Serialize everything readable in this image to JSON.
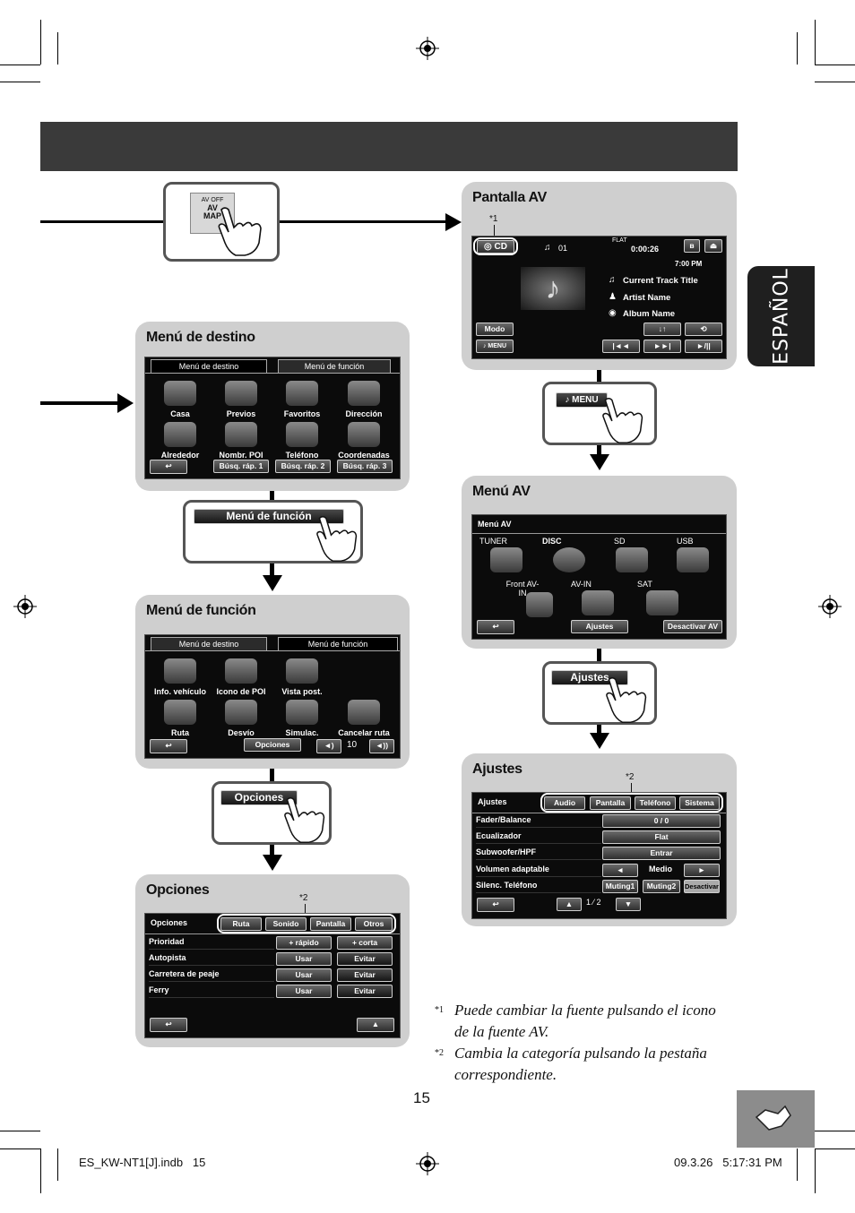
{
  "sidebar_language": "ESPAÑOL",
  "page_number": "15",
  "footer": {
    "file": "ES_KW-NT1[J].indb   15",
    "datetime": "09.3.26   5:17:31 PM"
  },
  "av_button": {
    "line1": "AV OFF",
    "line2": "AV",
    "line3": "MAP"
  },
  "destino": {
    "title": "Menú de destino",
    "tabs": [
      "Menú de destino",
      "Menú de función"
    ],
    "icons": [
      "Casa",
      "Previos",
      "Favoritos",
      "Dirección",
      "Alrededor",
      "Nombr. POI",
      "Teléfono",
      "Coordenadas"
    ],
    "buttons": [
      "Búsq. ráp. 1",
      "Búsq. ráp. 2",
      "Búsq. ráp. 3"
    ]
  },
  "callout_funcion": "Menú de función",
  "funcion": {
    "title": "Menú de función",
    "tabs": [
      "Menú de destino",
      "Menú de función"
    ],
    "icons": [
      "Info. vehículo",
      "Icono de POI",
      "Vista post.",
      "Ruta",
      "Desvío",
      "Simulac.",
      "Cancelar ruta"
    ],
    "opciones_button": "Opciones",
    "volume": "10"
  },
  "callout_opciones": "Opciones",
  "opciones": {
    "title": "Opciones",
    "asterisk": "*2",
    "header": "Opciones",
    "tabs": [
      "Ruta",
      "Sonido",
      "Pantalla",
      "Otros"
    ],
    "rows": [
      {
        "label": "Prioridad",
        "a": "+ rápido",
        "b": "+ corta"
      },
      {
        "label": "Autopista",
        "a": "Usar",
        "b": "Evitar"
      },
      {
        "label": "Carretera de peaje",
        "a": "Usar",
        "b": "Evitar"
      },
      {
        "label": "Ferry",
        "a": "Usar",
        "b": "Evitar"
      }
    ]
  },
  "pantalla_av": {
    "title": "Pantalla AV",
    "asterisk": "*1",
    "source": "CD",
    "track": "01",
    "mode_tag": "FLAT",
    "time": "0:00:26",
    "clock": "7:00 PM",
    "track_title": "Current Track Title",
    "artist": "Artist Name",
    "album": "Album Name",
    "modo": "Modo",
    "menu": "MENU"
  },
  "callout_menu": "MENU",
  "menu_av": {
    "title": "Menú AV",
    "header": "Menú AV",
    "sources": [
      "TUNER",
      "DISC",
      "SD",
      "USB",
      "Front AV-IN",
      "AV-IN",
      "SAT"
    ],
    "ajustes_button": "Ajustes",
    "desactivar_button": "Desactivar AV"
  },
  "callout_ajustes": "Ajustes",
  "ajustes": {
    "title": "Ajustes",
    "asterisk": "*2",
    "header": "Ajustes",
    "tabs": [
      "Audio",
      "Pantalla",
      "Teléfono",
      "Sistema"
    ],
    "rows": [
      {
        "label": "Fader/Balance",
        "value": "0 / 0"
      },
      {
        "label": "Ecualizador",
        "value": "Flat"
      },
      {
        "label": "Subwoofer/HPF",
        "value": "Entrar"
      },
      {
        "label": "Volumen adaptable",
        "value": "Medio"
      },
      {
        "label": "Silenc. Teléfono",
        "value": ""
      }
    ],
    "muting": [
      "Muting1",
      "Muting2",
      "Desactivar"
    ],
    "page_current": "1",
    "page_total": "2"
  },
  "notes": [
    {
      "mark": "*1",
      "text": "Puede cambiar la fuente pulsando el icono de la fuente AV."
    },
    {
      "mark": "*2",
      "text": "Cambia la categoría pulsando la pestaña correspondiente."
    }
  ]
}
